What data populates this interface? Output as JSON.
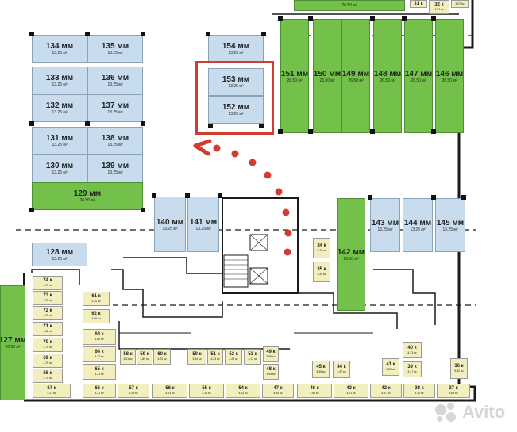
{
  "colors": {
    "parking_blue": "#c9dced",
    "parking_green": "#73c04a",
    "storage_yellow": "#f3eebe",
    "highlight_red": "#d23b2f"
  },
  "highlight": {
    "spaces": [
      "153 мм",
      "152 мм"
    ],
    "arrow": "red-dotted"
  },
  "watermark": "Avito",
  "spaces": {
    "s134": {
      "label": "134 мм",
      "area": "13.25 м²"
    },
    "s135": {
      "label": "135 мм",
      "area": "13.25 м²"
    },
    "s133": {
      "label": "133 мм",
      "area": "13.25 м²"
    },
    "s136": {
      "label": "136 мм",
      "area": "13.25 м²"
    },
    "s132": {
      "label": "132 мм",
      "area": "13.25 м²"
    },
    "s137": {
      "label": "137 мм",
      "area": "13.25 м²"
    },
    "s131": {
      "label": "131 мм",
      "area": "13.25 м²"
    },
    "s138": {
      "label": "138 мм",
      "area": "13.25 м²"
    },
    "s130": {
      "label": "130 мм",
      "area": "13.25 м²"
    },
    "s139": {
      "label": "139 мм",
      "area": "13.25 м²"
    },
    "s129": {
      "label": "129 мм",
      "area": "26.50 м²"
    },
    "s128": {
      "label": "128 мм",
      "area": "13.25 м²"
    },
    "s127": {
      "label": "127 мм",
      "area": "26.50 м²"
    },
    "s154": {
      "label": "154 мм",
      "area": "13.25 м²"
    },
    "s153": {
      "label": "153 мм",
      "area": "13.25 м²"
    },
    "s152": {
      "label": "152 мм",
      "area": "13.25 м²"
    },
    "s151": {
      "label": "151 мм",
      "area": "26.50 м²"
    },
    "s150": {
      "label": "150 мм",
      "area": "26.50 м²"
    },
    "s149": {
      "label": "149 мм",
      "area": "26.50 м²"
    },
    "s148": {
      "label": "148 мм",
      "area": "26.50 м²"
    },
    "s147": {
      "label": "147 мм",
      "area": "26.50 м²"
    },
    "s146": {
      "label": "146 мм",
      "area": "26.50 м²"
    },
    "s140": {
      "label": "140 мм",
      "area": "13.25 м²"
    },
    "s141": {
      "label": "141 мм",
      "area": "13.25 м²"
    },
    "s142": {
      "label": "142 мм",
      "area": "26.50 м²"
    },
    "s143": {
      "label": "143 мм",
      "area": "13.25 м²"
    },
    "s144": {
      "label": "144 мм",
      "area": "13.25 м²"
    },
    "s145": {
      "label": "145 мм",
      "area": "13.25 м²"
    },
    "stop": {
      "label": "",
      "area": "26.50 м²"
    },
    "k31": {
      "label": "31 к",
      "area": "3.07 м²"
    },
    "k32": {
      "label": "32 к",
      "area": "3.62 м²"
    },
    "k34": {
      "label": "34 к",
      "area": "6.72 м²"
    },
    "k35": {
      "label": "35 к",
      "area": "5.26 м²"
    },
    "k74": {
      "label": "74 к",
      "area": "4.75 м²"
    },
    "k73": {
      "label": "73 к",
      "area": "4.75 м²"
    },
    "k72": {
      "label": "72 к",
      "area": "4.75 м²"
    },
    "k71": {
      "label": "71 к",
      "area": "4.32 м²"
    },
    "k70": {
      "label": "70 к",
      "area": "4.75 м²"
    },
    "k69": {
      "label": "69 к",
      "area": "4.75 м²"
    },
    "k68": {
      "label": "68 к",
      "area": "4.75 м²"
    },
    "k67": {
      "label": "67 к",
      "area": "4.21 м²"
    },
    "k61": {
      "label": "61 к",
      "area": "3.30 м²"
    },
    "k62": {
      "label": "62 к",
      "area": "3.69 м²"
    },
    "k63": {
      "label": "63 к",
      "area": "4.68 м²"
    },
    "k64": {
      "label": "64 к",
      "area": "3.27 м²"
    },
    "k65": {
      "label": "65 к",
      "area": "4.21 м²"
    },
    "k66": {
      "label": "66 к",
      "area": "4.21 м²"
    },
    "k58": {
      "label": "58 к",
      "area": "4.01 м²"
    },
    "k59": {
      "label": "59 к",
      "area": "3.89 м²"
    },
    "k60": {
      "label": "60 к",
      "area": "4.70 м²"
    },
    "k57": {
      "label": "57 к",
      "area": "3.23 м²"
    },
    "k56": {
      "label": "56 к",
      "area": "4.23 м²"
    },
    "k55": {
      "label": "55 к",
      "area": "4.23 м²"
    },
    "k54": {
      "label": "54 к",
      "area": "4.23 м²"
    },
    "k50": {
      "label": "50 к",
      "area": "3.84 м²"
    },
    "k51": {
      "label": "51 к",
      "area": "4.23 м²"
    },
    "k52": {
      "label": "52 к",
      "area": "4.29 м²"
    },
    "k53": {
      "label": "53 к",
      "area": "4.17 м²"
    },
    "k49": {
      "label": "49 к",
      "area": "3.95 м²"
    },
    "k48": {
      "label": "48 к",
      "area": "3.95 м²"
    },
    "k47": {
      "label": "47 к",
      "area": "4.95 м²"
    },
    "k46": {
      "label": "46 к",
      "area": "4.66 м²"
    },
    "k45": {
      "label": "45 к",
      "area": "3.35 м²"
    },
    "k44": {
      "label": "44 к",
      "area": "4.07 м²"
    },
    "k43": {
      "label": "43 к",
      "area": "4.21 м²"
    },
    "k42": {
      "label": "42 к",
      "area": "4.67 м²"
    },
    "k41": {
      "label": "41 к",
      "area": "3.20 м²"
    },
    "k40": {
      "label": "40 к",
      "area": "4.13 м²"
    },
    "k39": {
      "label": "39 к",
      "area": "3.17 м²"
    },
    "k38": {
      "label": "38 к",
      "area": "4.20 м²"
    },
    "k37": {
      "label": "37 к",
      "area": "3.69 м²"
    },
    "k36": {
      "label": "36 к",
      "area": "5.82 м²"
    }
  }
}
